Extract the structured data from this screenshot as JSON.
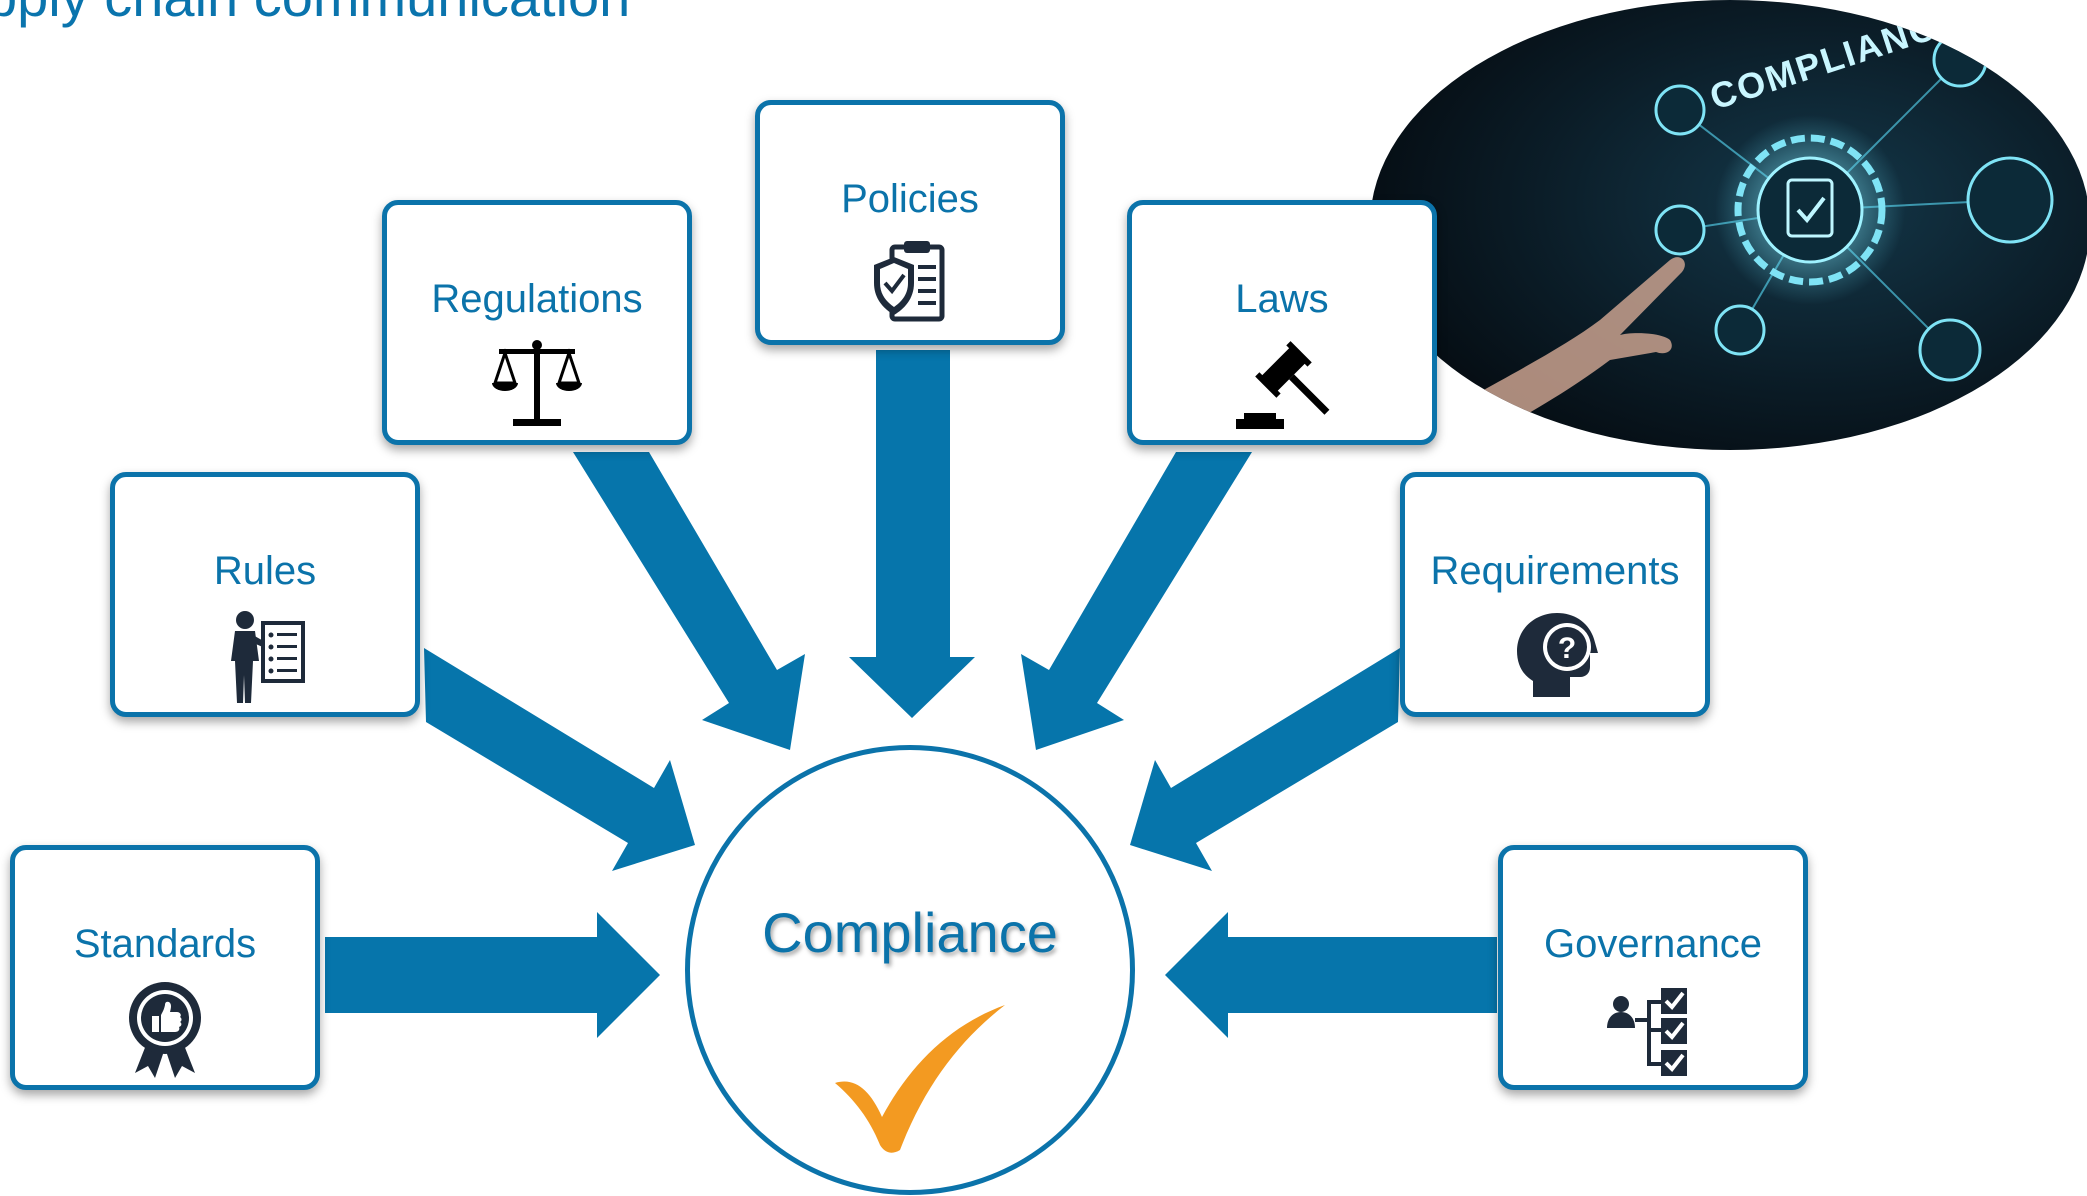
{
  "slide": {
    "title": "pply chain communication"
  },
  "hub": {
    "label": "Compliance",
    "checkmark_color": "#f39a21"
  },
  "inputs": [
    {
      "id": "standards",
      "label": "Standards",
      "icon": "rosette-thumbs-up-icon"
    },
    {
      "id": "rules",
      "label": "Rules",
      "icon": "person-with-checklist-board-icon"
    },
    {
      "id": "regulations",
      "label": "Regulations",
      "icon": "balance-scale-icon"
    },
    {
      "id": "policies",
      "label": "Policies",
      "icon": "shield-document-icon"
    },
    {
      "id": "laws",
      "label": "Laws",
      "icon": "gavel-icon"
    },
    {
      "id": "requirements",
      "label": "Requirements",
      "icon": "head-question-mark-icon"
    },
    {
      "id": "governance",
      "label": "Governance",
      "icon": "person-hierarchy-checklist-icon"
    }
  ],
  "photo": {
    "caption": "COMPLIANCE"
  },
  "colors": {
    "primary_blue": "#0b73aa",
    "arrow_blue": "#0675ab",
    "check_orange": "#f39a21",
    "photo_dark": "#0a1820",
    "photo_glow": "#5ed0e8"
  }
}
